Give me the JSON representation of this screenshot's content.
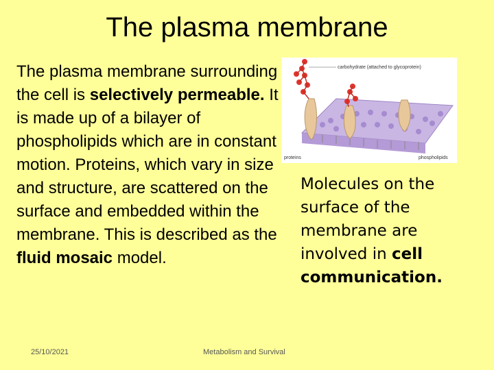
{
  "slide": {
    "title": "The plasma membrane",
    "body": {
      "p1": "The plasma membrane surrounding the cell is",
      "b1": "selectively permeable.",
      "p2": " It is made up of a bilayer of phospholipids which are in constant motion. Proteins, which vary in size and structure, are scattered on the surface and embedded within the membrane.  This is described as the",
      "b2": "fluid mosaic",
      "p3": " model."
    },
    "side": {
      "t1": "Molecules on the surface of the membrane are involved in",
      "b1": "cell communication."
    },
    "diagram": {
      "label_carbohydrate": "carbohydrate (attached to glycoprotein)",
      "label_proteins": "proteins",
      "label_phospholipids": "phospholipids"
    },
    "footer": {
      "date": "25/10/2021",
      "topic": "Metabolism and Survival"
    }
  }
}
